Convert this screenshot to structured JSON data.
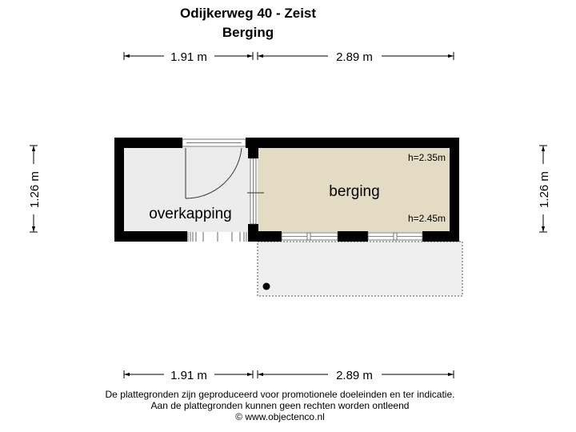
{
  "header": {
    "title": "Odijkerweg 40 - Zeist",
    "subtitle": "Berging"
  },
  "dimensions": {
    "top_left": "1.91 m",
    "top_right": "2.89 m",
    "bottom_left": "1.91 m",
    "bottom_right": "2.89 m",
    "left": "1.26 m",
    "right": "1.26 m"
  },
  "rooms": {
    "overkapping": "overkapping",
    "berging": "berging",
    "height_top": "h=2.35m",
    "height_bottom": "h=2.45m"
  },
  "colors": {
    "berging_fill": "#e3dbc4",
    "overkapping_fill": "#ececec",
    "wall": "#000000"
  },
  "footer": {
    "line1": "De plattegronden zijn geproduceerd voor promotionele doeleinden en ter indicatie.",
    "line2": "Aan de plattegronden kunnen geen rechten worden ontleend",
    "line3": "© www.objectenco.nl"
  }
}
